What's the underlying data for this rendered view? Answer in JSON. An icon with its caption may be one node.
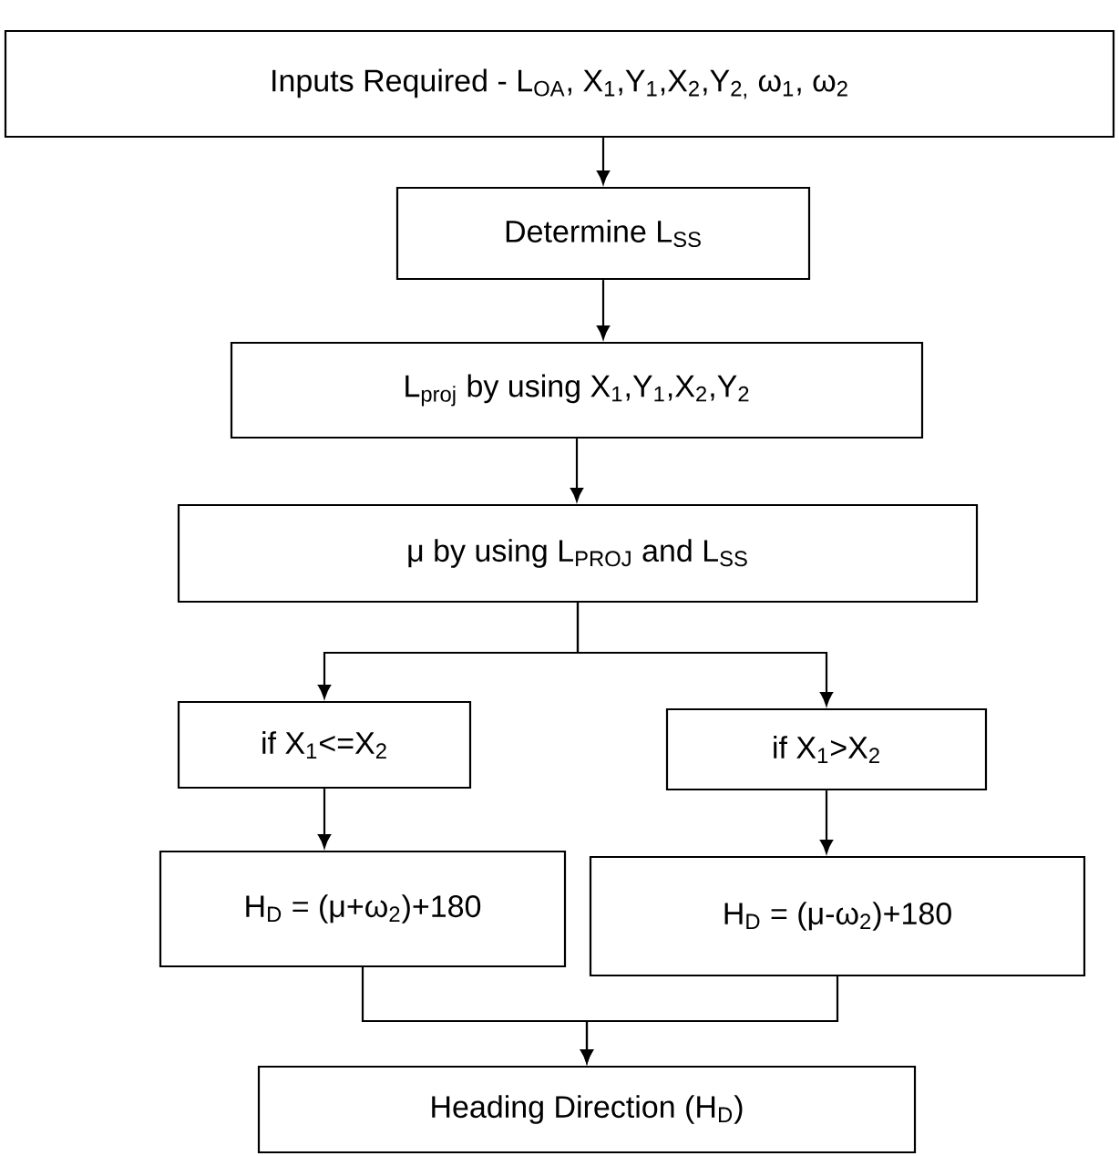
{
  "diagram": {
    "nodes": [
      {
        "text": [
          "Inputs Required - L$_{OA}$, X$_{1}$,Y$_{1}$,X$_{2}$,Y$_{2,}$ ω$_{1}$, ω$_{2}$"
        ]
      },
      {
        "text": [
          "Determine L$_{SS}$"
        ]
      },
      {
        "text": [
          "L$_{proj}$ by using X$_{1}$,Y$_{1}$,X$_{2}$,Y$_{2}$"
        ]
      },
      {
        "text": [
          "μ by using L$_{PROJ}$ and L$_{SS}$"
        ]
      },
      {
        "text": [
          "if X$_{1}$<=X$_{2}$"
        ]
      },
      {
        "text": [
          "if X$_{1}$>X$_{2}$"
        ]
      },
      {
        "text": [
          "H$_{D}$ = (μ+ω$_{2}$)+180"
        ]
      },
      {
        "text": [
          "H$_{D}$ = (μ-ω$_{2}$)+180"
        ]
      },
      {
        "text": [
          "Heading Direction (H$_{D}$)"
        ]
      }
    ],
    "edges": [
      {
        "from": 0,
        "to": 1,
        "arrow": "to"
      },
      {
        "from": 1,
        "to": 2,
        "arrow": "to"
      },
      {
        "from": 2,
        "to": 3,
        "arrow": "to"
      },
      {
        "from": 3,
        "to": 4,
        "arrow": "to"
      },
      {
        "from": 3,
        "to": 5,
        "arrow": "to"
      },
      {
        "from": 4,
        "to": 6,
        "arrow": "to"
      },
      {
        "from": 5,
        "to": 7,
        "arrow": "to"
      },
      {
        "from": 6,
        "to": 8,
        "arrow": "to"
      },
      {
        "from": 7,
        "to": 8,
        "arrow": "to"
      }
    ]
  }
}
